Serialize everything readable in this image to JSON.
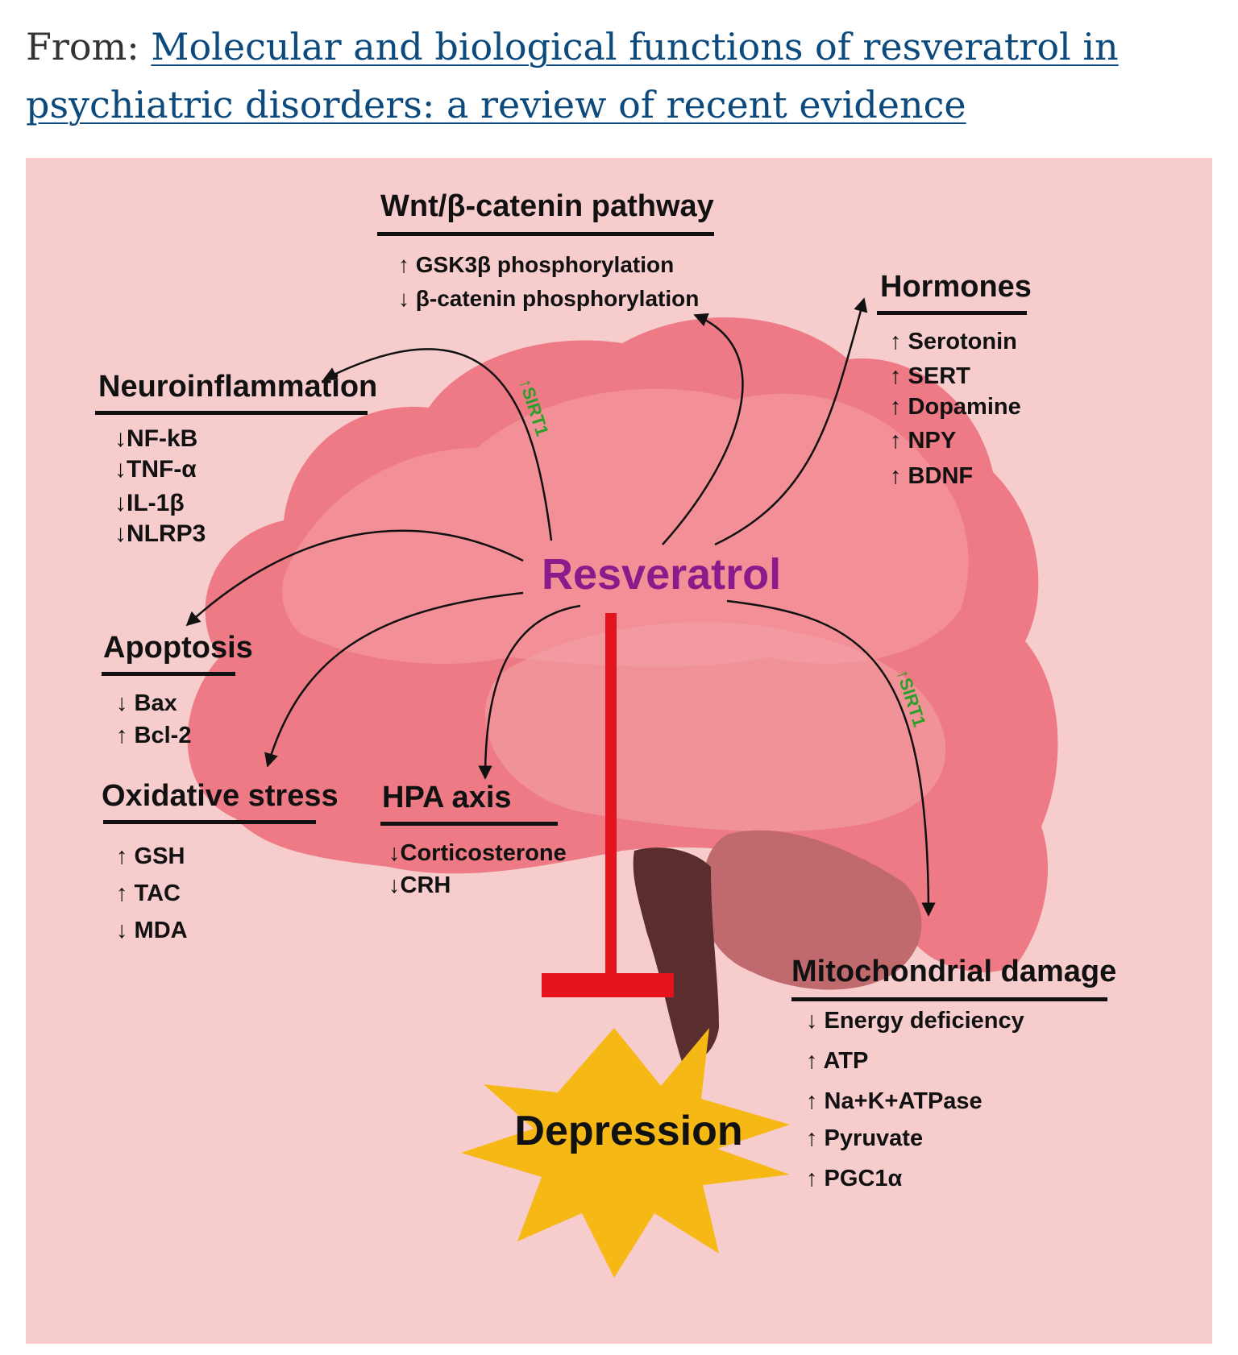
{
  "header": {
    "from_label": "From: ",
    "link_title": "Molecular and biological functions of resveratrol in psychiatric disorders: a review of recent evidence"
  },
  "colors": {
    "background": "#f6cccc",
    "brain": "#ed7a84",
    "resveratrol_text": "#8b1a8b",
    "sirt1_text": "#2aa02a",
    "inhibition_bar": "#e3141b",
    "depression_star": "#f5b814"
  },
  "diagram": {
    "center": "Resveratrol",
    "outcome": "Depression",
    "sirt1_label": "↑SIRT1",
    "groups": {
      "wnt": {
        "title": "Wnt/β-catenin pathway",
        "items": [
          "↑ GSK3β phosphorylation",
          "↓ β-catenin phosphorylation"
        ]
      },
      "hormones": {
        "title": "Hormones",
        "items": [
          "↑ Serotonin",
          "↑ SERT",
          "↑ Dopamine",
          "↑ NPY",
          "↑ BDNF"
        ]
      },
      "neuroinflammation": {
        "title": "Neuroinflammation",
        "items": [
          "↓NF-kB",
          "↓TNF-α",
          "↓IL-1β",
          "↓NLRP3"
        ]
      },
      "apoptosis": {
        "title": "Apoptosis",
        "items": [
          "↓ Bax",
          "↑ Bcl-2"
        ]
      },
      "oxidative": {
        "title": "Oxidative stress",
        "items": [
          "↑ GSH",
          "↑ TAC",
          "↓ MDA"
        ]
      },
      "hpa": {
        "title": "HPA axis",
        "items": [
          "↓Corticosterone",
          "↓CRH"
        ]
      },
      "mito": {
        "title": "Mitochondrial damage",
        "items": [
          "↓ Energy deficiency",
          "↑ ATP",
          "↑ Na+K+ATPase",
          "↑ Pyruvate",
          "↑ PGC1α"
        ]
      }
    }
  }
}
